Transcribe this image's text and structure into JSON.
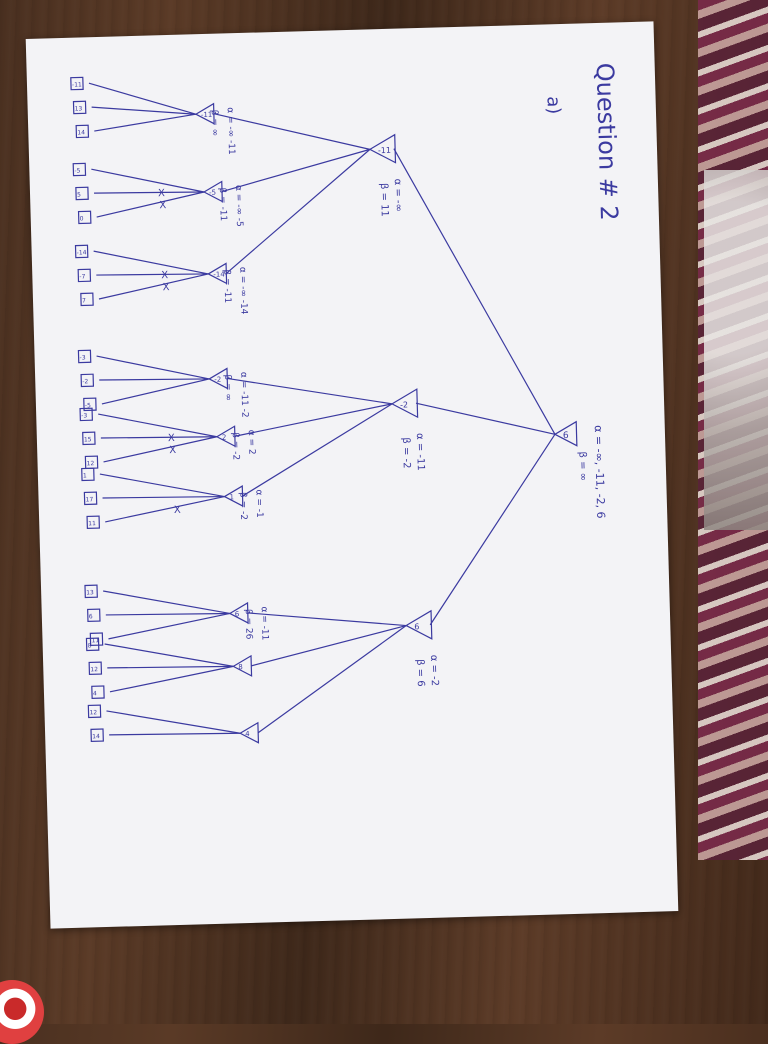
{
  "heading": "Question # 2",
  "part_label": "a)",
  "root": {
    "value": "6",
    "alpha": "α = -∞, -11, -2, 6",
    "beta": "β = ∞"
  },
  "level1": [
    {
      "value": "-11",
      "alpha": "α = -∞",
      "beta": "β = 11"
    },
    {
      "value": "-2",
      "alpha": "α = -11",
      "beta": "β = -2"
    },
    {
      "value": "6",
      "alpha": "α = -2",
      "beta": "β = 6"
    }
  ],
  "level2": [
    {
      "value": "-11",
      "alpha": "α = -∞ -11",
      "beta": "β = ∞"
    },
    {
      "value": "-5",
      "alpha": "α = -∞ -5",
      "beta": "β = -11"
    },
    {
      "value": "-14",
      "alpha": "α = -∞ -14",
      "beta": "β = -11"
    },
    {
      "value": "-2",
      "alpha": "α = -11 -2",
      "beta": "β = ∞"
    },
    {
      "value": "2",
      "alpha": "α = 2",
      "beta": "β = -2"
    },
    {
      "value": "1",
      "alpha": "α = -1",
      "beta": "β = -2"
    },
    {
      "value": "6",
      "alpha": "α = -11",
      "beta": "β = 26"
    },
    {
      "value": "8",
      "alpha": "",
      "beta": ""
    },
    {
      "value": "4",
      "alpha": "",
      "beta": ""
    }
  ],
  "leaves": [
    "-11",
    "13",
    "14",
    "-5",
    "5",
    "0",
    "-14",
    "-7",
    "7",
    "-3",
    "-2",
    "-5",
    "-3",
    "15",
    "12",
    "1",
    "17",
    "11",
    "13",
    "6",
    "11",
    "8",
    "12",
    "4",
    "12",
    "14"
  ],
  "prune_marks": "X"
}
